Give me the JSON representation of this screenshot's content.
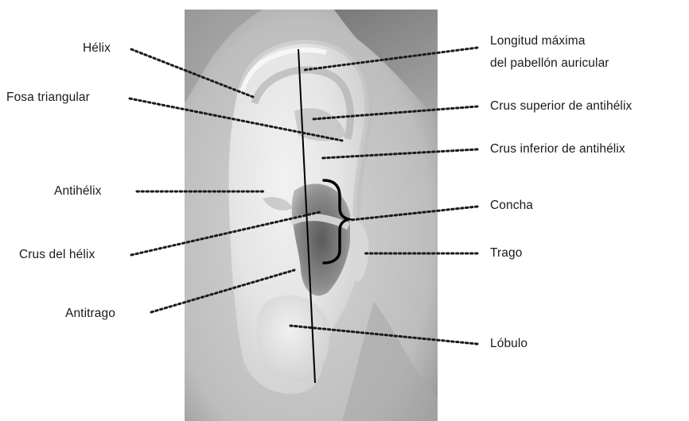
{
  "labels": {
    "helix": "Hélix",
    "fosa_triangular": "Fosa triangular",
    "antihelix": "Antihélix",
    "crus_helix": "Crus del hélix",
    "antitrago": "Antitrago",
    "longitud_line1": "Longitud máxima",
    "longitud_line2": "del pabellón auricular",
    "crus_superior": "Crus superior de antihélix",
    "crus_inferior": "Crus inferior de antihélix",
    "concha": "Concha",
    "trago": "Trago",
    "lobulo": "Lóbulo"
  },
  "colors": {
    "leader_line": "#1a1a1a",
    "axis_line": "#000000",
    "text": "#1a1a1a"
  }
}
